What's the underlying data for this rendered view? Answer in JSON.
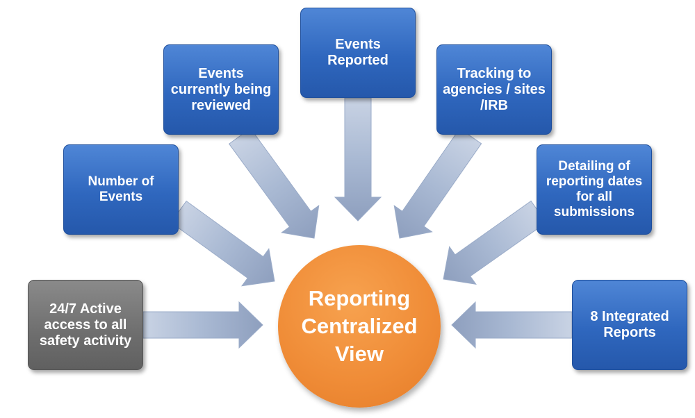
{
  "diagram": {
    "center": {
      "label": "Reporting\nCentralized\nView"
    },
    "boxes": {
      "events_reported": "Events\nReported",
      "events_reviewed": "Events\ncurrently being\nreviewed",
      "tracking": "Tracking to\nagencies / sites\n/IRB",
      "number_of_events": "Number of\nEvents",
      "detailing": "Detailing of\nreporting dates\nfor all\nsubmissions",
      "active_access": "24/7 Active\naccess to all\nsafety activity",
      "integrated_reports": "8 Integrated\nReports"
    },
    "colors": {
      "box_blue": "#2f67be",
      "box_gray": "#6e6e6e",
      "center_orange": "#f08d38",
      "arrow": "#a9b9d3"
    }
  }
}
